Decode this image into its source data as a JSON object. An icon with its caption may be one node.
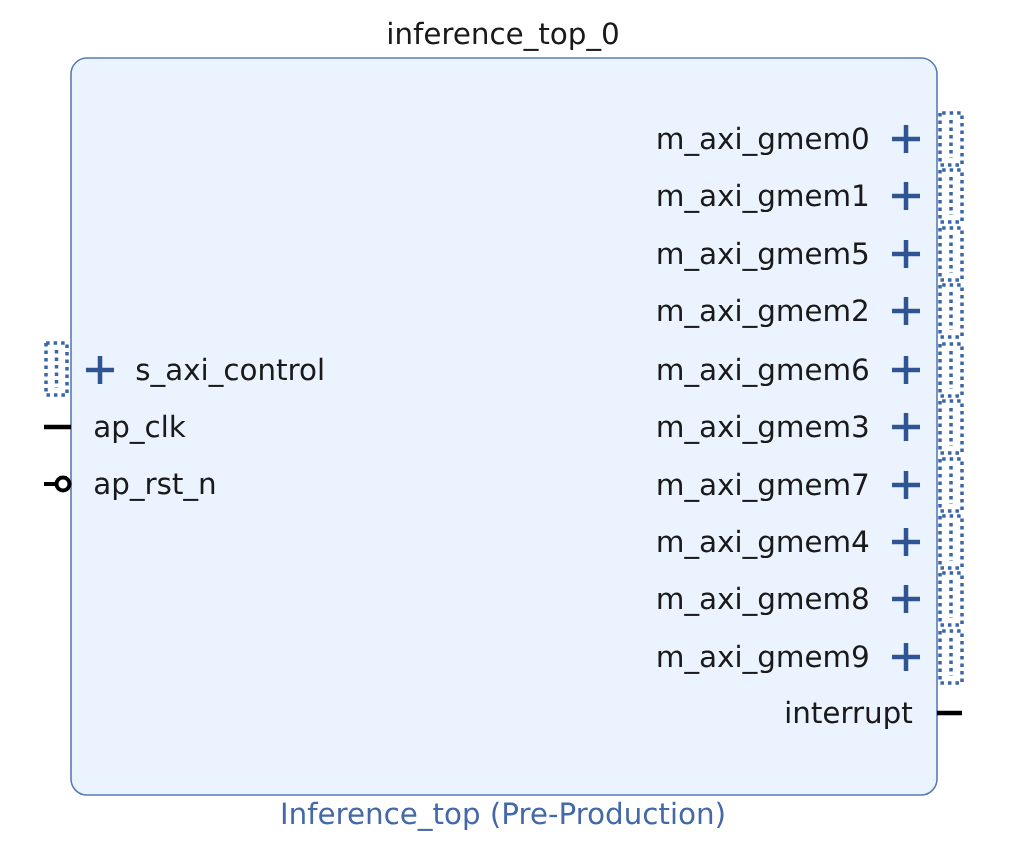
{
  "diagram": {
    "nodes": [
      {
        "text": [
          "inference_top_0"
        ],
        "beside": [
          "Inference_top (Pre-Production)"
        ]
      }
    ],
    "labels": [
      "s_axi_control",
      "ap_clk",
      "ap_rst_n",
      "m_axi_gmem0",
      "m_axi_gmem1",
      "m_axi_gmem5",
      "m_axi_gmem2",
      "m_axi_gmem6",
      "m_axi_gmem3",
      "m_axi_gmem7",
      "m_axi_gmem4",
      "m_axi_gmem8",
      "m_axi_gmem9",
      "interrupt"
    ]
  }
}
